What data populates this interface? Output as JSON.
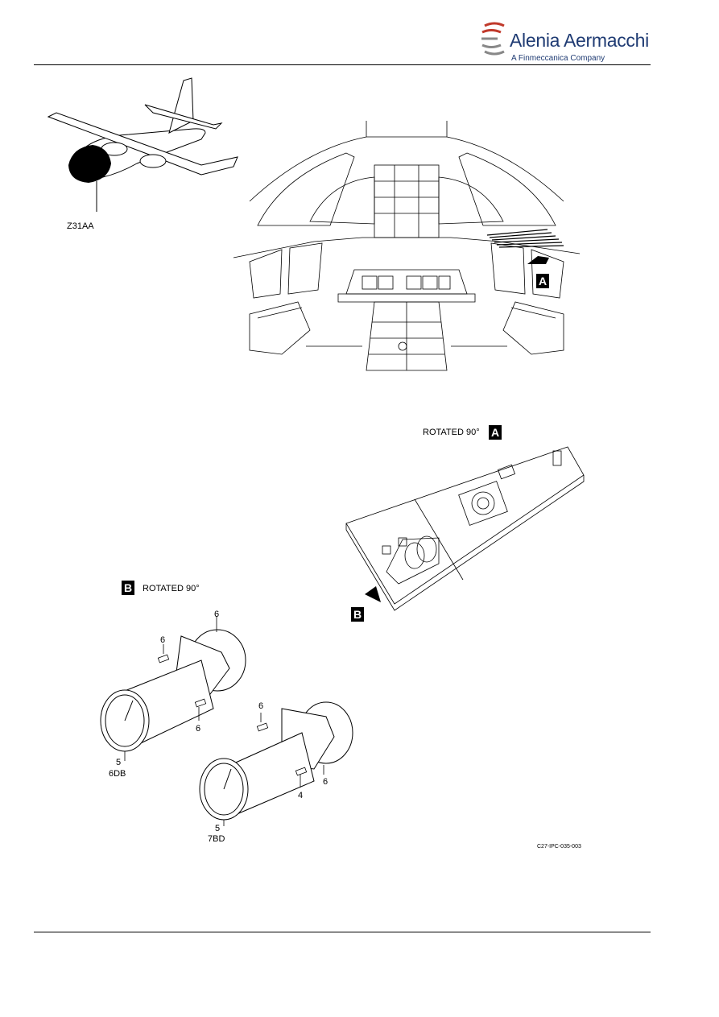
{
  "header": {
    "logo_name": "Alenia Aermacchi",
    "logo_subtitle": "A Finmeccanica Company",
    "logo_colors": {
      "arcs": "#c0392b",
      "text": "#1f3b73"
    }
  },
  "figure": {
    "zone_callout": "Z31AA",
    "view_a_label": "ROTATED 90°",
    "view_a_badge": "A",
    "view_b_label": "ROTATED 90°",
    "view_b_badge": "B",
    "cockpit_badge": "A",
    "panel_badge": "B",
    "item_callouts": {
      "c1": "6",
      "c2": "6",
      "c3": "6",
      "c4": "6",
      "c5": "6",
      "c6": "4",
      "c7": "6",
      "c8": "5",
      "c9": "6DB",
      "c10": "5",
      "c11": "7BD"
    },
    "figure_ref": "C27-IPC-035-003"
  }
}
